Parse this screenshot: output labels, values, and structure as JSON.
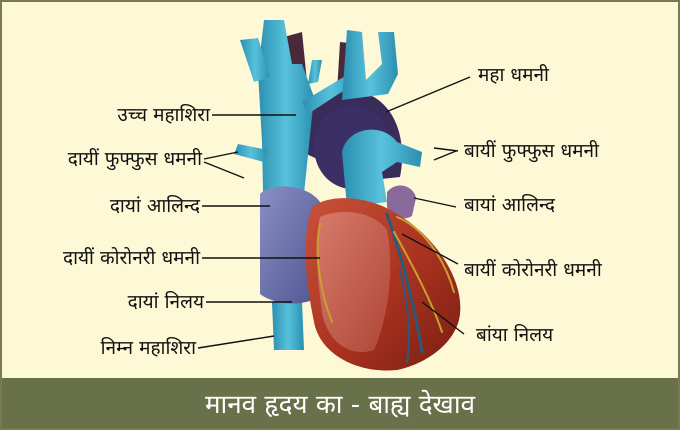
{
  "diagram": {
    "caption": "मानव हृदय का - बाह्य देखाव",
    "labels_left": {
      "superior_vena_cava": "उच्च महाशिरा",
      "right_pulmonary_artery": "दायीं फुफ्फुस धमनी",
      "right_atrium": "दायां आलिन्द",
      "right_coronary_artery": "दायीं कोरोनरी धमनी",
      "right_ventricle": "दायां निलय",
      "inferior_vena_cava": "निम्न महाशिरा"
    },
    "labels_right": {
      "aorta": "महा धमनी",
      "left_pulmonary_artery": "बायीं फुफ्फुस धमनी",
      "left_atrium": "बायां आलिन्द",
      "left_coronary_artery": "बायीं कोरोनरी धमनी",
      "left_ventricle": "बांया निलय"
    },
    "colors": {
      "background": "#fdf8d6",
      "caption_bar": "#69714a",
      "vein_blue": "#3aa8c8",
      "muscle_red": "#b23a24",
      "aorta_dark": "#3a2c5a",
      "atrium_purple": "#6a6fa8"
    }
  }
}
